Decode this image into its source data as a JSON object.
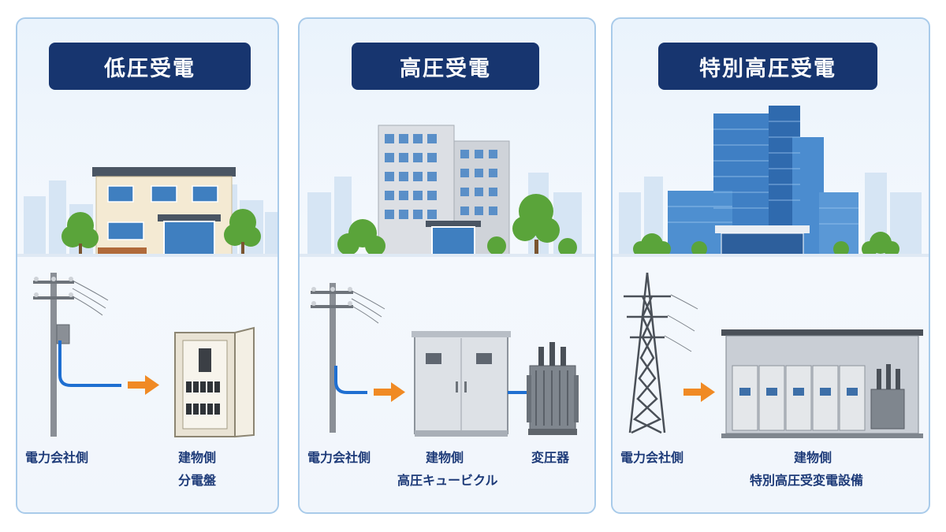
{
  "panels": [
    {
      "title": "低圧受電",
      "labels": {
        "utility_side": "電力会社側",
        "building_side": "建物側",
        "equipment": "分電盤"
      }
    },
    {
      "title": "高圧受電",
      "labels": {
        "utility_side": "電力会社側",
        "building_side": "建物側",
        "equipment": "高圧キュービクル",
        "transformer": "変圧器"
      }
    },
    {
      "title": "特別高圧受電",
      "labels": {
        "utility_side": "電力会社側",
        "building_side": "建物側",
        "equipment": "特別高圧受変電設備"
      }
    }
  ],
  "colors": {
    "title_bg": "#17356f",
    "label_text": "#1d3a78",
    "cable_blue": "#1f6fd1",
    "arrow_orange": "#f08a24",
    "panel_border": "#a9cbea"
  }
}
